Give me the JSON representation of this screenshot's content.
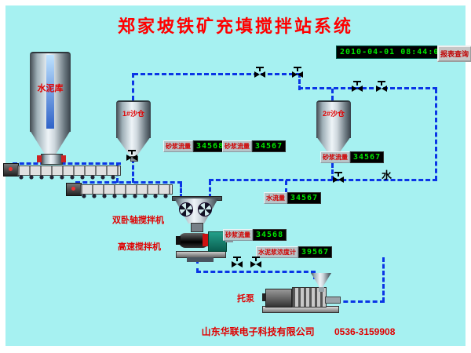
{
  "title": "郑家坡铁矿充填搅拌站系统",
  "header": {
    "clock": "2010-04-01 08:44:02",
    "report_button": "报表查询"
  },
  "labels": {
    "cement_silo": "水泥库",
    "sand_silo_1": "1#沙仓",
    "sand_silo_2": "2#沙仓",
    "water": "水",
    "twin_shaft_mixer": "双卧轴搅拌机",
    "high_speed_mixer": "高速搅拌机",
    "pump": "托泵"
  },
  "displays": {
    "slurry_flow_1": {
      "label": "砂浆流量",
      "value": "34568"
    },
    "slurry_flow_2": {
      "label": "砂浆流量",
      "value": "34567"
    },
    "slurry_flow_3": {
      "label": "砂浆流量",
      "value": "34567"
    },
    "water_flow": {
      "label": "水流量",
      "value": "34567"
    },
    "slurry_flow_4": {
      "label": "砂浆流量",
      "value": "34568"
    },
    "slurry_density": {
      "label": "水泥浆浓度计",
      "value": "39567"
    }
  },
  "footer": {
    "company": "山东华联电子科技有限公司",
    "phone": "0536-3159908"
  },
  "colors": {
    "background": "#a6f1f1",
    "pipe": "#0a35e6",
    "title_red": "#ff0000",
    "label_red": "#e00000",
    "led_green": "#00e600",
    "led_background": "#000000"
  }
}
